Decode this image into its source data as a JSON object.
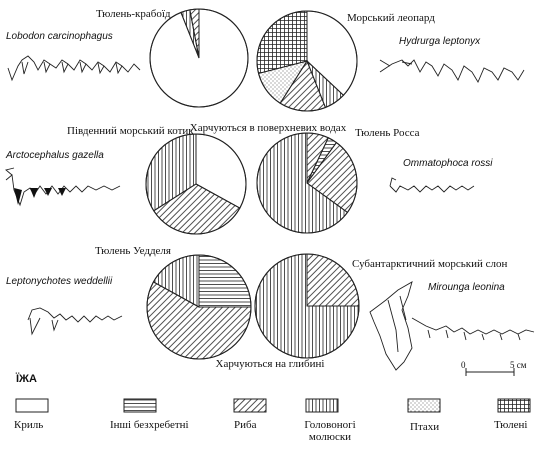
{
  "labels": {
    "crabeater": "Тюлень-крабоїд",
    "leopard": "Морський леопард",
    "fur_seal": "Південний морський котик",
    "ross": "Тюлень Росса",
    "weddell": "Тюлень Уедделя",
    "elephant": "Субантарктичний морський слон",
    "surface": "Харчуються в поверхневих водах",
    "deep": "Харчуються на глибині",
    "food_title": "ЇЖА",
    "scale": "5 см",
    "scale_zero": "0"
  },
  "species": {
    "crabeater": "Lobodon carcinophagus",
    "leopard": "Hydrurga leptonyx",
    "fur_seal": "Arctocephalus gazella",
    "ross": "Ommatophoca rossi",
    "weddell": "Leptonychotes weddellii",
    "elephant": "Mirounga leonina"
  },
  "legend": [
    {
      "name": "Криль",
      "pattern": "krill"
    },
    {
      "name": "Інші безхребетні",
      "pattern": "invert"
    },
    {
      "name": "Риба",
      "pattern": "fish"
    },
    {
      "name": "Головоногі молюски",
      "pattern": "ceph"
    },
    {
      "name": "Птахи",
      "pattern": "birds"
    },
    {
      "name": "Тюлені",
      "pattern": "seals"
    }
  ],
  "diets": {
    "crabeater": [
      {
        "pattern": "krill",
        "fraction": 0.94
      },
      {
        "pattern": "ceph",
        "fraction": 0.03
      },
      {
        "pattern": "fish",
        "fraction": 0.03
      }
    ],
    "leopard": [
      {
        "pattern": "krill",
        "fraction": 0.37
      },
      {
        "pattern": "ceph",
        "fraction": 0.07
      },
      {
        "pattern": "fish",
        "fraction": 0.15
      },
      {
        "pattern": "birds",
        "fraction": 0.12
      },
      {
        "pattern": "seals",
        "fraction": 0.29
      }
    ],
    "fur_seal": [
      {
        "pattern": "krill",
        "fraction": 0.33
      },
      {
        "pattern": "fish",
        "fraction": 0.33
      },
      {
        "pattern": "ceph",
        "fraction": 0.34
      }
    ],
    "ross": [
      {
        "pattern": "fish",
        "fraction": 0.07
      },
      {
        "pattern": "invert",
        "fraction": 0.03
      },
      {
        "pattern": "fish",
        "fraction": 0.25
      },
      {
        "pattern": "ceph",
        "fraction": 0.65
      }
    ],
    "weddell": [
      {
        "pattern": "invert",
        "fraction": 0.25
      },
      {
        "pattern": "fish",
        "fraction": 0.58
      },
      {
        "pattern": "ceph",
        "fraction": 0.17
      }
    ],
    "elephant": [
      {
        "pattern": "fish",
        "fraction": 0.25
      },
      {
        "pattern": "ceph",
        "fraction": 0.75
      }
    ]
  }
}
